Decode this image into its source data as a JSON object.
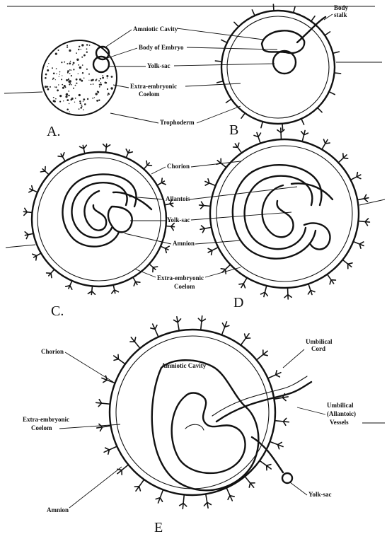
{
  "panels": {
    "a": {
      "letter": "A."
    },
    "b": {
      "letter": "B"
    },
    "c": {
      "letter": "C."
    },
    "d": {
      "letter": "D"
    },
    "e": {
      "letter": "E"
    }
  },
  "labels": {
    "amniotic_cavity": "Amniotic Cavity",
    "body_of_embryo": "Body of Embryo",
    "yolk_sac": "Yolk-sac",
    "extra_embryonic_coelom": [
      "Extra-embryonic",
      "Coelom"
    ],
    "trophoderm": "Trophoderm",
    "body_stalk": [
      "Body",
      "stalk"
    ],
    "chorion": "Chorion",
    "allantois": "Allantois",
    "yolk_sac_c": "Yolk-sac",
    "amnion": "Amnion",
    "extra_embryonic_coelom_c": [
      "Extra-embryonic",
      "Coelom"
    ],
    "chorion_e": "Chorion",
    "amniotic_cavity_e": "Amniotic Cavity",
    "umbilical_cord": [
      "Umbilical",
      "Cord"
    ],
    "umbilical_vessels": [
      "Umbilical",
      "(Allantoic)",
      "Vessels"
    ],
    "extra_embryonic_coelom_e": [
      "Extra-embryonic",
      "Coelom"
    ],
    "amnion_e": "Amnion",
    "yolk_sac_e": "Yolk-sac"
  }
}
